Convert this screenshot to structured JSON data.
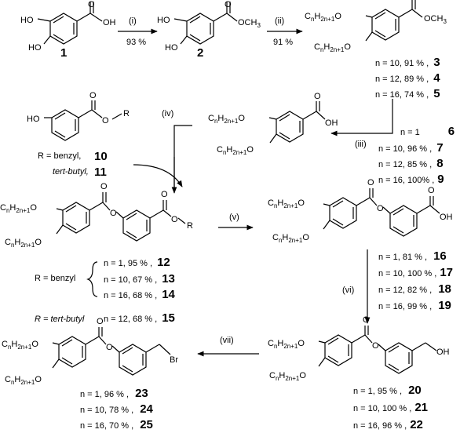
{
  "atoms": {
    "ho": "HO",
    "oh": "OH",
    "o": "O",
    "och3": "OCH",
    "three": "3",
    "br": "Br",
    "r": "R",
    "c": "C",
    "h": "H",
    "n": "n",
    "np1": "2n+1"
  },
  "compounds": {
    "c1": "1",
    "c2": "2",
    "c10": "10",
    "c11": "11"
  },
  "steps": {
    "s1": "(i)",
    "s1_yield": "93 %",
    "s2": "(ii)",
    "s2_yield": "91 %",
    "s3": "(iii)",
    "s4": "(iv)",
    "s5": "(v)",
    "s6": "(vi)",
    "s7": "(vii)"
  },
  "r_labels": {
    "r_benzyl_top": "R = benzyl,",
    "r_tbutyl_top": "tert-butyl,",
    "r_benzyl": "R = benzyl",
    "r_tbutyl": "R = tert-butyl"
  },
  "yields": {
    "y3": {
      "text": "n = 10, 91 % ,",
      "num": "3"
    },
    "y4": {
      "text": "n = 12, 89 % ,",
      "num": "4"
    },
    "y5": {
      "text": "n = 16, 74 % ,",
      "num": "5"
    },
    "y6": {
      "text": "n = 1",
      "num": "6"
    },
    "y7": {
      "text": "n = 10, 96 % ,",
      "num": "7"
    },
    "y8": {
      "text": "n = 12, 85 % ,",
      "num": "8"
    },
    "y9": {
      "text": "n = 16, 100% ,",
      "num": "9"
    },
    "y12": {
      "text": "n = 1,   95 % ,",
      "num": "12"
    },
    "y13": {
      "text": "n = 10, 67 % ,",
      "num": "13"
    },
    "y14": {
      "text": "n = 16, 68 % ,",
      "num": "14"
    },
    "y15": {
      "text": "n = 12, 68 % ,",
      "num": "15"
    },
    "y16": {
      "text": "n = 1,   81 % ,",
      "num": "16"
    },
    "y17": {
      "text": "n = 10, 100 % ,",
      "num": "17"
    },
    "y18": {
      "text": "n = 12,  82 % ,",
      "num": "18"
    },
    "y19": {
      "text": "n = 16, 99 % ,",
      "num": "19"
    },
    "y20": {
      "text": "n = 1,   95 % ,",
      "num": "20"
    },
    "y21": {
      "text": "n = 10, 100 % ,",
      "num": "21"
    },
    "y22": {
      "text": "n = 16,   96 % ,",
      "num": "22"
    },
    "y23": {
      "text": "n = 1,   96 % ,",
      "num": "23"
    },
    "y24": {
      "text": "n = 10, 78 % ,",
      "num": "24"
    },
    "y25": {
      "text": "n = 16, 70 % ,",
      "num": "25"
    }
  }
}
